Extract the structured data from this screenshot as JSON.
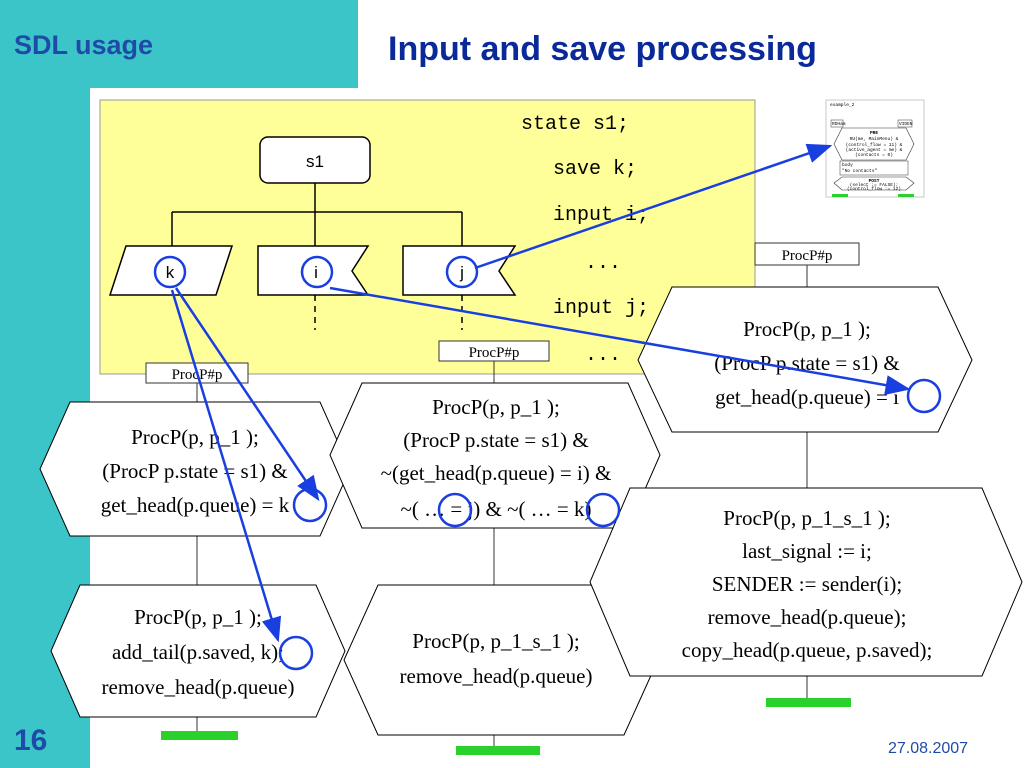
{
  "header": {
    "section_title": "SDL usage",
    "slide_title": "Input and save processing"
  },
  "footer": {
    "page_number": "16",
    "date": "27.08.2007"
  },
  "sdl": {
    "state_name": "s1",
    "save_signal": "k",
    "input_signal_1": "i",
    "input_signal_2": "j",
    "code_lines": [
      "state s1;",
      "save k;",
      "input i;",
      "...",
      "input j;",
      "..."
    ]
  },
  "mini_thumbnail": {
    "title": "example_2",
    "left_label": "RDHam",
    "right_label": "VIDEN",
    "pre": "PRE",
    "pre_lines": [
      "RU(me, MainMenu) &",
      "(control_flow = 11) &",
      "(active_agent = me) &",
      "(contacts = 0)"
    ],
    "body_label": "body",
    "body_text": "\"No contacts\"",
    "post": "POST",
    "post_lines": [
      "(select := FALSE);",
      "(control_flow := 12)"
    ]
  },
  "procs": {
    "left": {
      "tag": "ProcP#p",
      "guard": [
        "ProcP(p,  p_1 );",
        "(ProcP p.state = s1) &",
        "get_head(p.queue) = k"
      ],
      "action": [
        "ProcP(p,  p_1 );",
        "add_tail(p.saved, k);",
        "remove_head(p.queue)"
      ]
    },
    "middle": {
      "tag": "ProcP#p",
      "guard": [
        "ProcP(p,  p_1 );",
        "(ProcP p.state = s1) &",
        "~(get_head(p.queue) = i) &",
        "~( … = j) & ~( … = k)"
      ],
      "action": [
        "ProcP(p,  p_1_s_1 );",
        "remove_head(p.queue)"
      ]
    },
    "right": {
      "tag": "ProcP#p",
      "guard": [
        "ProcP(p,  p_1 );",
        "(ProcP p.state = s1) &",
        "get_head(p.queue) = i"
      ],
      "action": [
        "ProcP(p,  p_1_s_1 );",
        "last_signal := i;",
        "SENDER := sender(i);",
        "remove_head(p.queue);",
        "copy_head(p.queue, p.saved);"
      ]
    }
  }
}
